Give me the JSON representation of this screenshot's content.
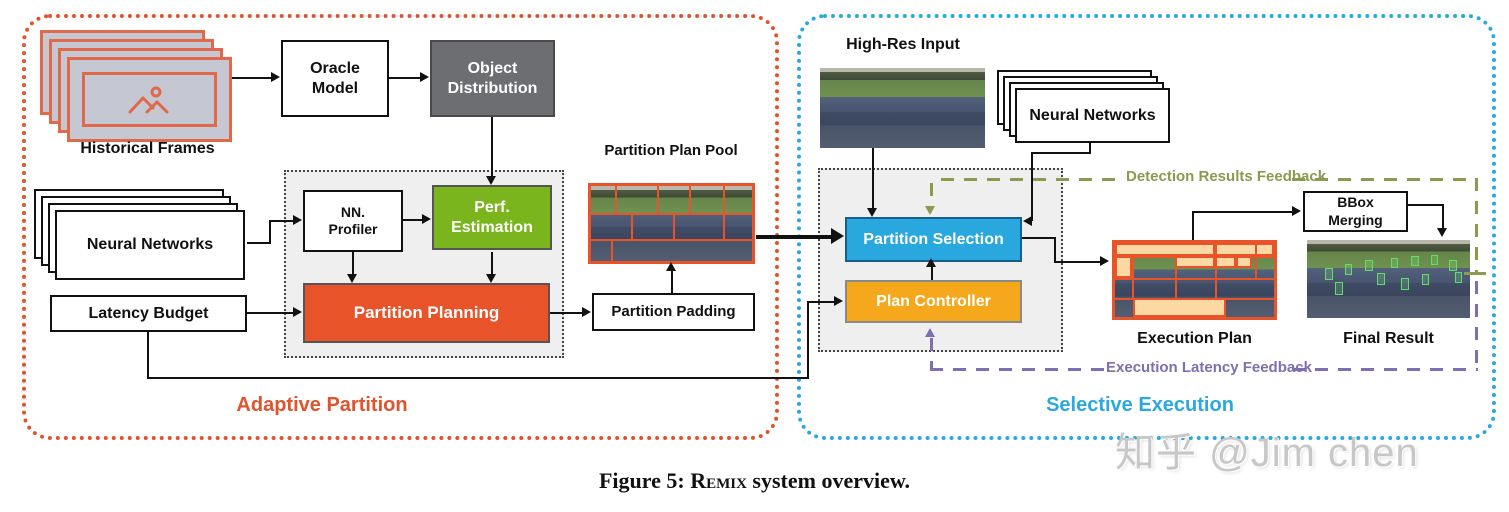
{
  "caption": {
    "prefix": "Figure 5: ",
    "name": "Remix",
    "suffix": " system overview."
  },
  "watermark": "知乎 @Jim chen",
  "adaptive": {
    "region_label": "Adaptive Partition",
    "historical_frames": "Historical Frames",
    "oracle_model": "Oracle\nModel",
    "object_distribution": "Object\nDistribution",
    "nn_profiler": "NN.\nProfiler",
    "perf_estimation": "Perf.\nEstimation",
    "partition_planning": "Partition Planning",
    "neural_networks": "Neural Networks",
    "latency_budget": "Latency Budget",
    "partition_plan_pool": "Partition Plan Pool",
    "partition_padding": "Partition Padding"
  },
  "selective": {
    "region_label": "Selective Execution",
    "high_res_input": "High-Res Input",
    "neural_networks": "Neural Networks",
    "partition_selection": "Partition Selection",
    "plan_controller": "Plan Controller",
    "bbox_merging": "BBox\nMerging",
    "execution_plan": "Execution Plan",
    "final_result": "Final Result",
    "detection_feedback": "Detection Results Feedback",
    "latency_feedback": "Execution Latency Feedback"
  },
  "colors": {
    "adaptive_accent": "#e0532c",
    "selective_accent": "#2ba8df",
    "object_distribution_fill": "#6d6e71",
    "perf_estimation_fill": "#7ab51d",
    "partition_planning_fill": "#e8532a",
    "partition_selection_fill": "#29a8e0",
    "plan_controller_fill": "#f6a81c",
    "detection_feedback_color": "#8a9a4f",
    "latency_feedback_color": "#7f6fb0"
  }
}
